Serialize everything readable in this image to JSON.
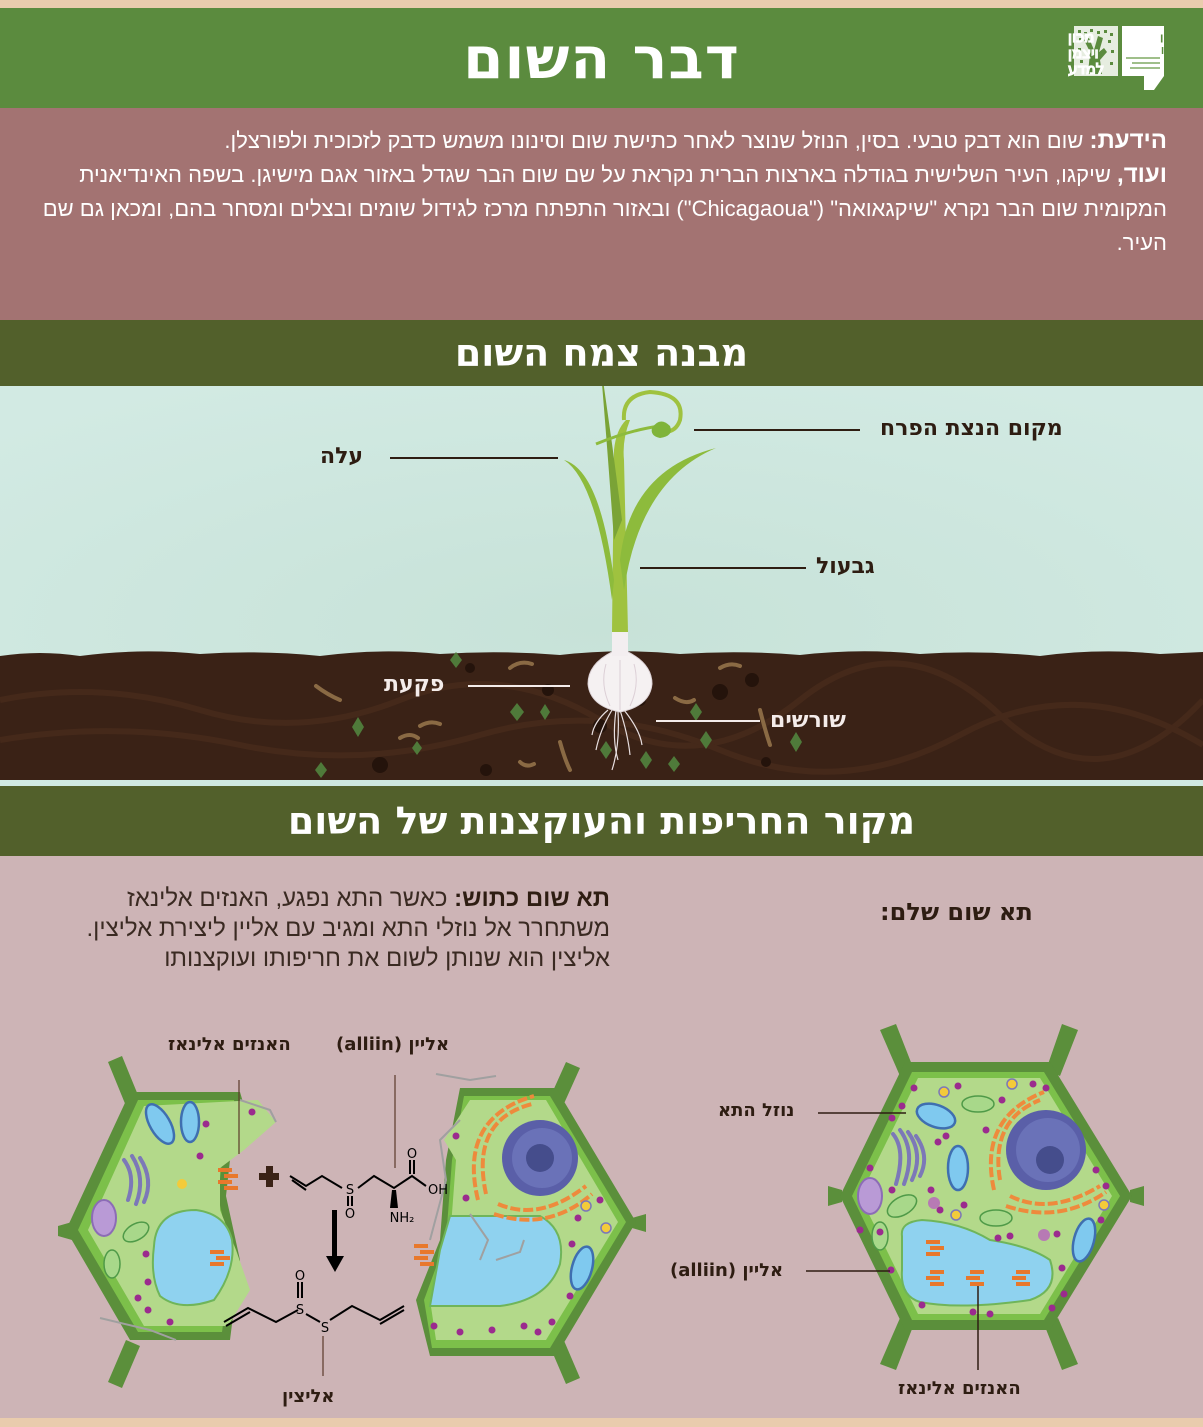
{
  "header": {
    "title": "דבר השום",
    "logos": [
      {
        "name": "davidson-institute-logo",
        "lines": [
          "מכון",
          "דוידסון",
          "החינוך המדעי",
          "של מכון",
          "ויצמן למדע"
        ]
      },
      {
        "name": "weizmann-institute-logo",
        "lines": [
          "מכון",
          "ויצמן",
          "למדע"
        ]
      }
    ]
  },
  "facts": {
    "fact1_label": "הידעת:",
    "fact1_text": " שום הוא דבק טבעי. בסין, הנוזל שנוצר לאחר כתישת שום וסינונו משמש כדבק לזכוכית ולפורצלן.",
    "fact2_label": "ועוד,",
    "fact2_text": " שיקגו, העיר השלישית בגודלה בארצות הברית נקראת על שם שום הבר שגדל באזור אגם מישיגן. בשפה האינדיאנית המקומית שום הבר נקרא \"שיקגאואה\" (\"Chicagaoua\") ובאזור התפתח מרכז לגידול שומים ובצלים ומסחר בהם, ומכאן גם שם העיר."
  },
  "plant_section": {
    "title": "מבנה צמח השום",
    "labels": {
      "flower_bud": "מקום הנצת הפרח",
      "leaf": "עלה",
      "stem": "גבעול",
      "bulb": "פקעת",
      "roots": "שורשים"
    },
    "colors": {
      "sky": "#cbe6dd",
      "soil": "#3a2216",
      "stem": "#9fc23f",
      "leaf": "#86b23a"
    }
  },
  "cell_section": {
    "title": "מקור החריפות והעוקצנות של השום",
    "crushed_cell": {
      "heading": "תא שום כתוש:",
      "description": " כאשר התא נפגע, האנזים אלינאז משתחרר אל נוזלי התא ומגיב עם אליין ליצירת אליצין. אליצין הוא שנותן לשום את חריפותו ועוקצנותו",
      "labels": {
        "enzyme": "האנזים אלינאז",
        "alliin": "אליין (alliin)",
        "allicin": "אליצין"
      },
      "chemistry": {
        "plus": "+",
        "alliin_atoms": [
          "S",
          "O",
          "O",
          "OH",
          "NH2"
        ],
        "allicin_atoms": [
          "S",
          "S",
          "O"
        ]
      }
    },
    "whole_cell": {
      "heading": "תא שום שלם:",
      "labels": {
        "cytoplasm": "נוזל התא",
        "alliin": "אליין (alliin)",
        "enzyme": "האנזים אלינאז"
      }
    }
  },
  "colors": {
    "page_border": "#e9ccad",
    "header_green": "#5b8b3e",
    "facts_bg": "#a37372",
    "band_olive": "#52602b",
    "cell_bg": "#cdb4b6",
    "cell_wall": "#5b8f3b",
    "cytoplasm": "#b3d98a",
    "vacuole": "#8fd2ef",
    "nucleus": "#5a5fa8",
    "enzyme_orange": "#e8782c",
    "alliin_purple": "#9b2b8e"
  }
}
